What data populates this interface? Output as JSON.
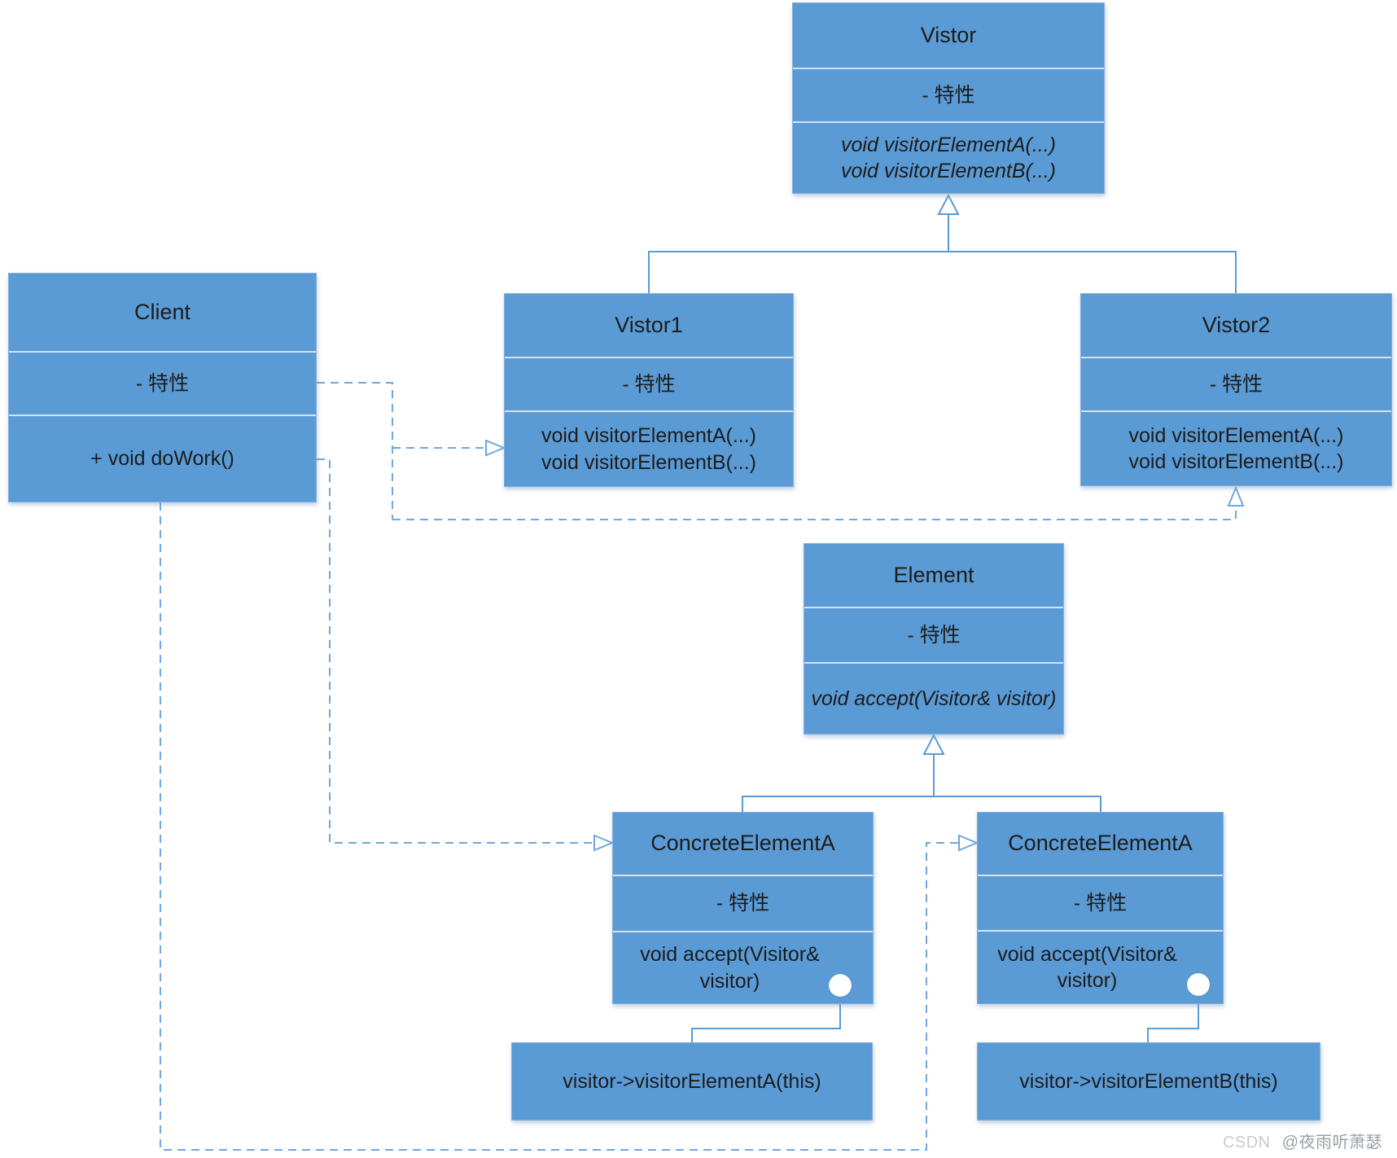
{
  "classes": {
    "vistor": {
      "title": "Vistor",
      "attribute": "- 特性",
      "methods": [
        "void visitorElementA(...)",
        "void visitorElementB(...)"
      ]
    },
    "client": {
      "title": "Client",
      "attribute": "- 特性",
      "methods": [
        "+ void doWork()"
      ]
    },
    "vistor1": {
      "title": "Vistor1",
      "attribute": "- 特性",
      "methods": [
        "void visitorElementA(...)",
        "void visitorElementB(...)"
      ]
    },
    "vistor2": {
      "title": "Vistor2",
      "attribute": "- 特性",
      "methods": [
        "void visitorElementA(...)",
        "void visitorElementB(...)"
      ]
    },
    "element": {
      "title": "Element",
      "attribute": "- 特性",
      "methods": [
        "void accept(Visitor& visitor)"
      ]
    },
    "concrete_a": {
      "title": "ConcreteElementA",
      "attribute": "- 特性",
      "methods": [
        "void accept(Visitor& visitor)"
      ]
    },
    "concrete_b": {
      "title": "ConcreteElementA",
      "attribute": "- 特性",
      "methods": [
        "void accept(Visitor& visitor)"
      ]
    }
  },
  "notes": {
    "note_a": "visitor->visitorElementA(this)",
    "note_b": "visitor->visitorElementB(this)"
  },
  "relationships": [
    {
      "type": "inheritance",
      "from": "Vistor1",
      "to": "Vistor"
    },
    {
      "type": "inheritance",
      "from": "Vistor2",
      "to": "Vistor"
    },
    {
      "type": "inheritance",
      "from": "ConcreteElementA (left)",
      "to": "Element"
    },
    {
      "type": "inheritance",
      "from": "ConcreteElementA (right)",
      "to": "Element"
    },
    {
      "type": "dependency",
      "from": "Client",
      "to": "Vistor1"
    },
    {
      "type": "dependency",
      "from": "Client",
      "to": "Vistor2"
    },
    {
      "type": "dependency",
      "from": "Client",
      "to": "ConcreteElementA (left)"
    },
    {
      "type": "dependency",
      "from": "Client",
      "to": "ConcreteElementA (right)"
    },
    {
      "type": "note-link",
      "from": "ConcreteElementA (left)",
      "to": "visitor->visitorElementA(this)"
    },
    {
      "type": "note-link",
      "from": "ConcreteElementA (right)",
      "to": "visitor->visitorElementB(this)"
    }
  ],
  "watermark": {
    "brand": "CSDN",
    "author": "@夜雨听萧瑟"
  },
  "colors": {
    "box_fill": "#5b9bd5",
    "solid_connector": "#5b9bd5",
    "dashed_connector": "#6fa8dc",
    "divider": "#d5e1ef",
    "text": "#1c1c1c",
    "watermark_brand": "#c7cbd0",
    "watermark_author": "#9aa0a6"
  }
}
